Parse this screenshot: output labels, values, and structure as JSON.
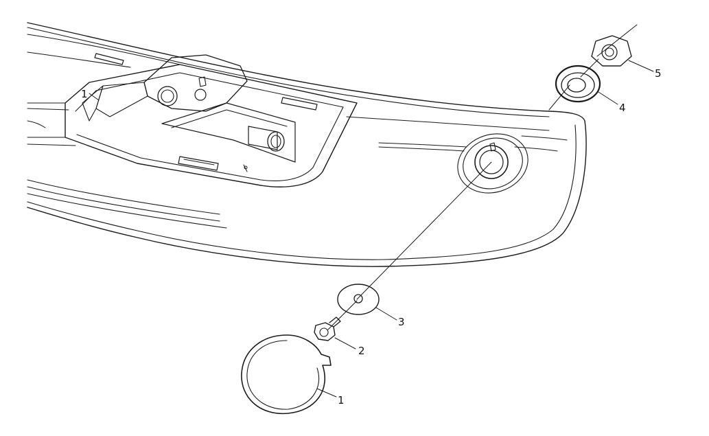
{
  "diagram": {
    "callouts": {
      "part_1_label": "1",
      "cover_label": "1",
      "bolt_label": "2",
      "washer_label": "3",
      "grommet_label": "4",
      "nut_label": "5"
    },
    "colors": {
      "line": "#1a1a1a",
      "background": "#ffffff"
    }
  }
}
